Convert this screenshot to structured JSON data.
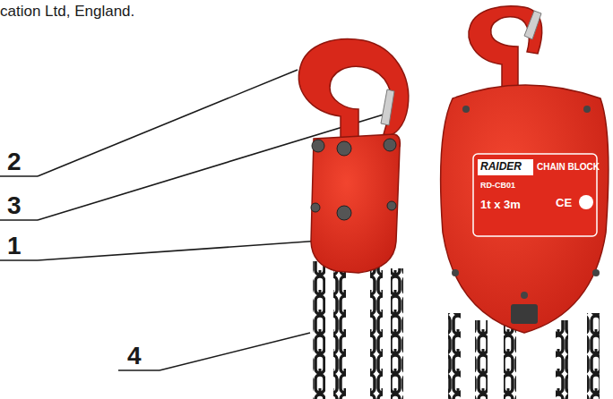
{
  "diagram": {
    "labels": [
      "cation Ltd, England.",
      "2",
      "3",
      "1",
      "4",
      "RAIDER",
      "CHAIN BLOCK",
      "RD-CB01",
      "1t x 3m",
      "CE"
    ]
  }
}
